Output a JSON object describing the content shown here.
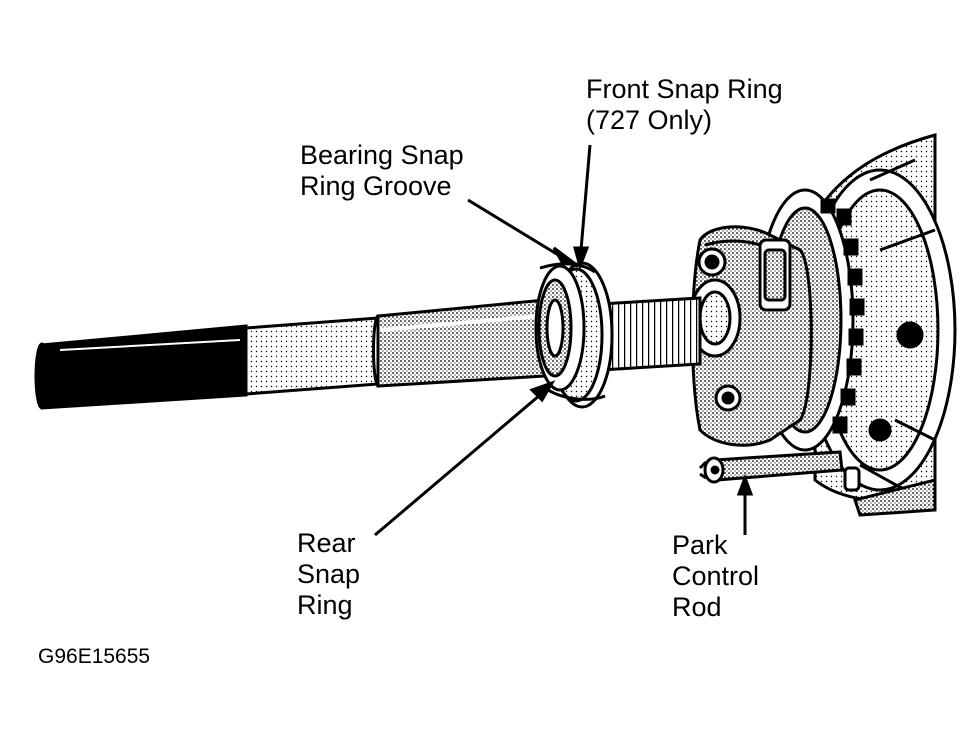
{
  "labels": {
    "front_snap_ring": [
      "Front Snap Ring",
      "(727 Only)"
    ],
    "bearing_snap_ring_groove": [
      "Bearing Snap",
      "Ring Groove"
    ],
    "rear_snap_ring": [
      "Rear",
      "Snap",
      "Ring"
    ],
    "park_control_rod": [
      "Park",
      "Control",
      "Rod"
    ]
  },
  "figure_id": "G96E15655",
  "colors": {
    "ink": "#000000",
    "paper": "#ffffff",
    "shade": "#c8c8c8"
  }
}
